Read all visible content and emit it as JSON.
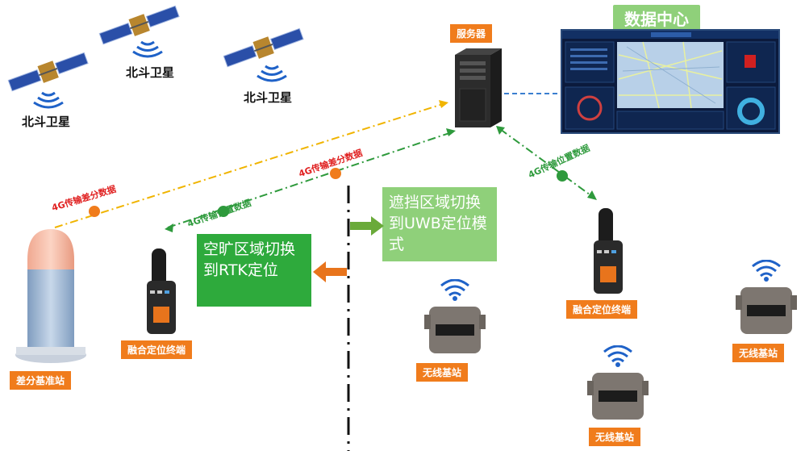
{
  "satellites": [
    {
      "label": "北斗卫星"
    },
    {
      "label": "北斗卫星"
    },
    {
      "label": "北斗卫星"
    }
  ],
  "server": {
    "label": "服务器"
  },
  "data_center": {
    "title": "数据中心"
  },
  "links": {
    "base_to_server": "4G传输差分数据",
    "terminal_to_server": "4G传输位置数据",
    "server_to_base": "4G传输差分数据",
    "server_to_terminal_right": "4G传输位置数据"
  },
  "zones": {
    "uwb": "遮挡区域切换到UWB定位模式",
    "rtk": "空旷区域切换到RTK定位"
  },
  "devices": {
    "reference_station": "差分基准站",
    "terminal_left": "融合定位终端",
    "terminal_right": "融合定位终端",
    "base_station_1": "无线基站",
    "base_station_2": "无线基站",
    "base_station_3": "无线基站"
  },
  "colors": {
    "orange": "#f07c1c",
    "green": "#2eaa3c",
    "light_green": "#8fd07a",
    "yellow_link": "#f0b400",
    "green_link": "#2e9a3c"
  }
}
